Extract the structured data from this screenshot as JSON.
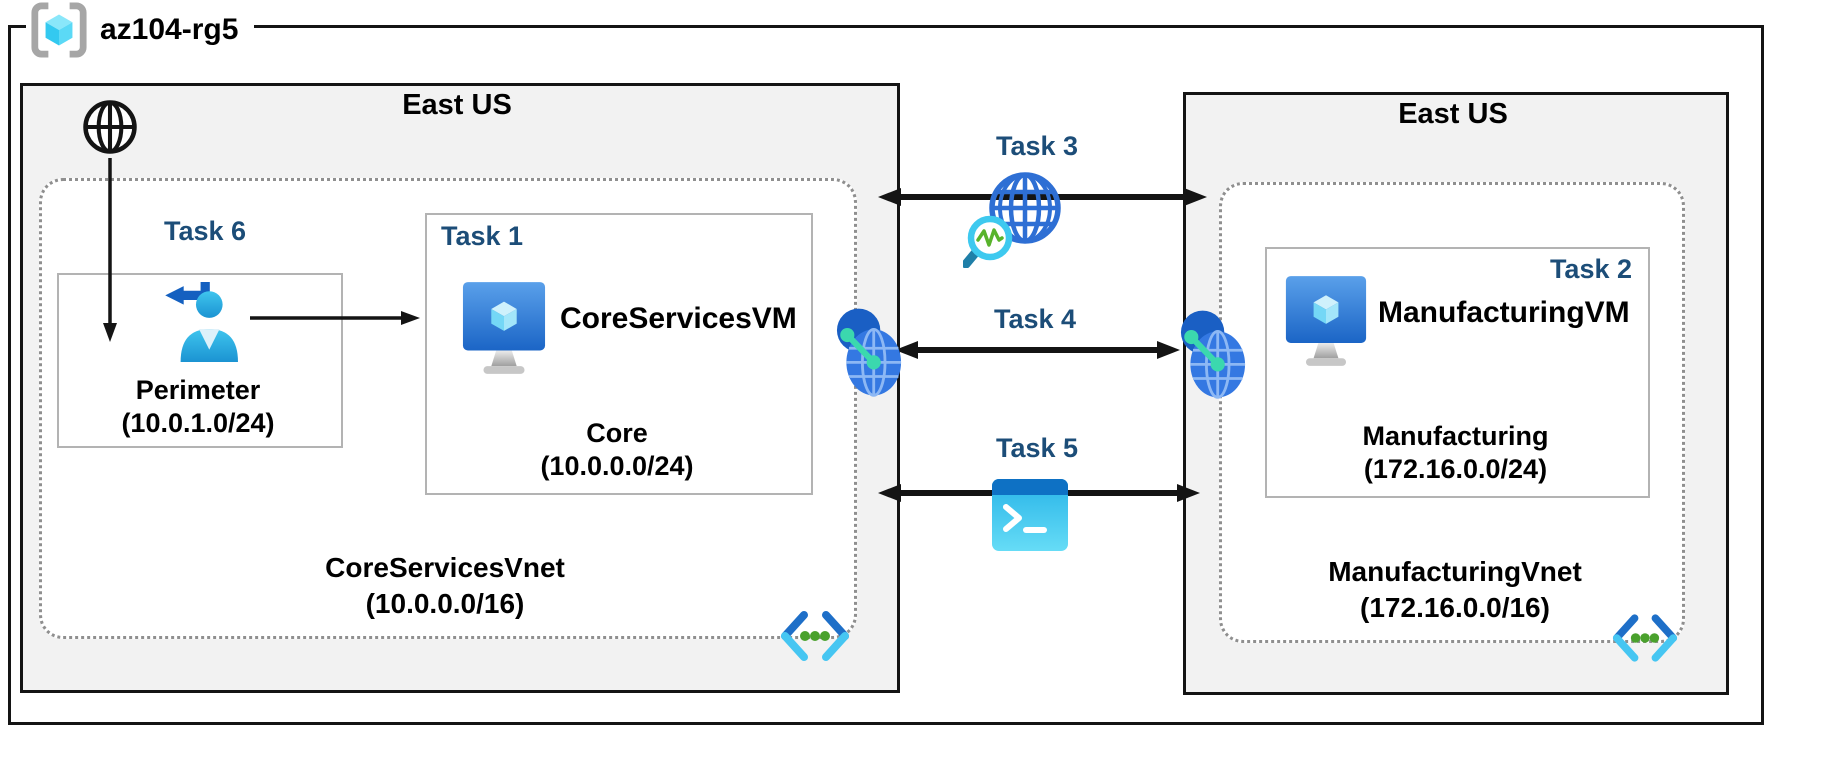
{
  "resource_group": {
    "name": "az104-rg5"
  },
  "regions": {
    "left": {
      "name": "East US",
      "vnet": {
        "name": "CoreServicesVnet",
        "cidr": "(10.0.0.0/16)"
      },
      "perimeter": {
        "task_label": "Task 6",
        "name": "Perimeter",
        "cidr": "(10.0.1.0/24)"
      },
      "core": {
        "task_label": "Task 1",
        "vm_name": "CoreServicesVM",
        "name": "Core",
        "cidr": "(10.0.0.0/24)"
      }
    },
    "right": {
      "name": "East US",
      "vnet": {
        "name": "ManufacturingVnet",
        "cidr": "(172.16.0.0/16)"
      },
      "manufacturing": {
        "task_label": "Task 2",
        "vm_name": "ManufacturingVM",
        "name": "Manufacturing",
        "cidr": "(172.16.0.0/24)"
      }
    }
  },
  "connections": {
    "task3": {
      "label": "Task 3"
    },
    "task4": {
      "label": "Task 4"
    },
    "task5": {
      "label": "Task 5"
    }
  },
  "icons": {
    "resource_group": "gray-brackets-with-cyan-cube",
    "internet": "black-wireframe-globe",
    "signin_user": "blue-person-with-return-arrow",
    "virtual_machine": "blue-monitor-with-cyan-cube",
    "network_watcher": "blue-globe-with-magnifier-pulse",
    "peering": "overlapping-globes-with-teal-link",
    "cloud_shell": "blue-terminal-window",
    "virtual_network": "chevrons-with-green-dots"
  },
  "colors": {
    "task_label": "#1c4d78",
    "region_fill": "#f2f2f2",
    "line": "#141414",
    "azure_blue": "#1b65c6",
    "cyan": "#45d0f2",
    "teal": "#3bd8ae",
    "vnet_dot_green": "#4aa12d"
  }
}
